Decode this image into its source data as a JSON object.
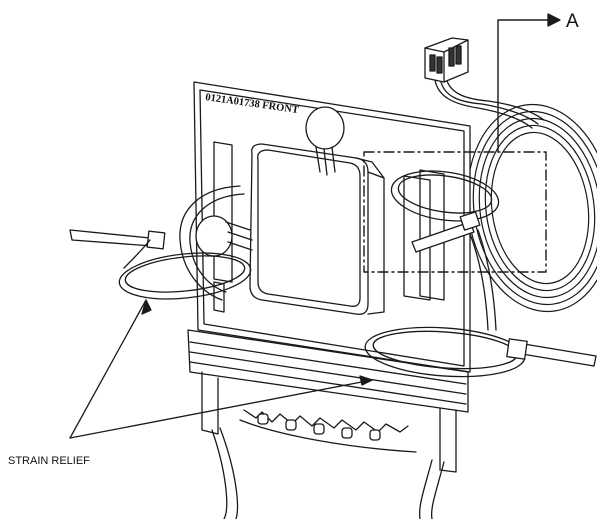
{
  "panel_label": "0121A01738 FRONT",
  "callout_label": "A",
  "strain_relief_label": "STRAIN RELIEF",
  "colors": {
    "line": "#1a1a1a",
    "fill": "#ffffff",
    "shade": "#e6e6e6",
    "dark": "#555555"
  }
}
